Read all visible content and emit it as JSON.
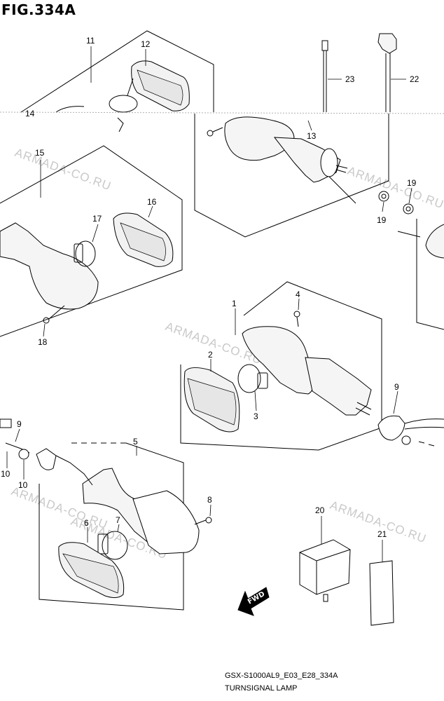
{
  "figure": {
    "title": "FIG.334A",
    "model_code": "GSX-S1000AL9_E03_E28_334A",
    "assembly_name": "TURNSIGNAL LAMP"
  },
  "watermarks": [
    "ARMADA-CO.RU",
    "ARMADA-CO.RU",
    "ARMADA-CO.RU",
    "ARMADA-CO.RU",
    "ARMADA-CO.RU",
    "ARMADA-CO.RU"
  ],
  "callouts": [
    "1",
    "2",
    "3",
    "4",
    "5",
    "6",
    "7",
    "8",
    "9",
    "9",
    "10",
    "10",
    "11",
    "12",
    "13",
    "14",
    "15",
    "16",
    "17",
    "18",
    "19",
    "19",
    "20",
    "21",
    "22",
    "23"
  ],
  "direction_label": "FWD",
  "colors": {
    "ink": "#000000",
    "watermark": "#c9c9c9",
    "lens": "#e6e6e6"
  }
}
